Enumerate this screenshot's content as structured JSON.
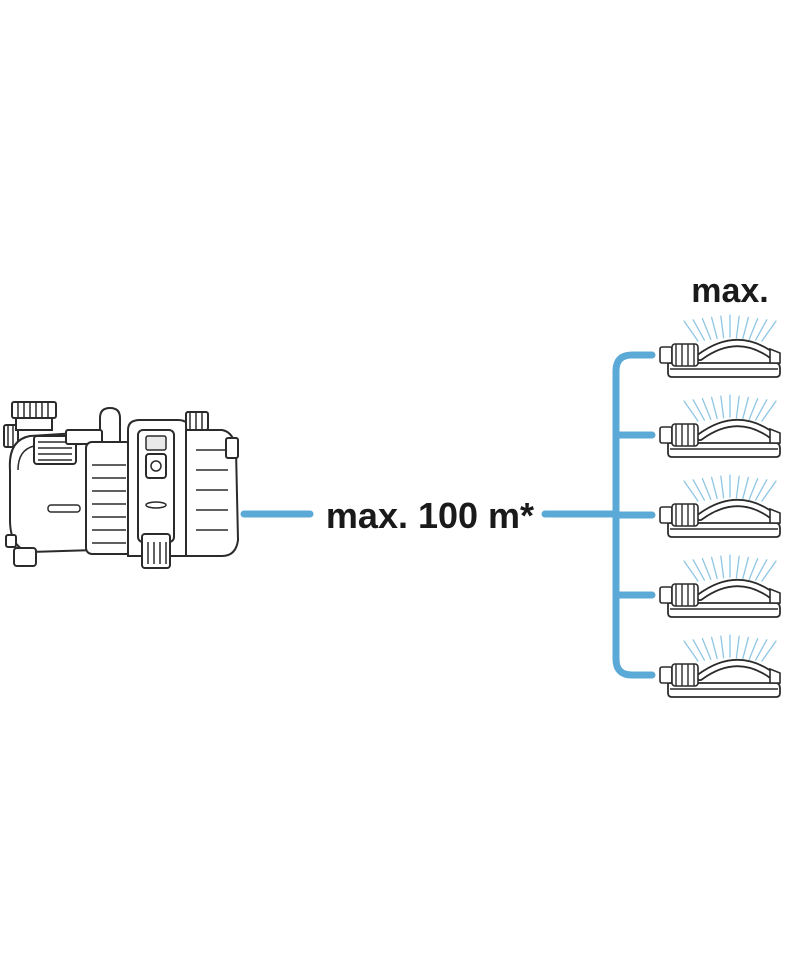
{
  "distance_label": "max. 100 m*",
  "sprinklers_label": "max.",
  "sprinkler_count": 5,
  "colors": {
    "hose": "#5aa9d6",
    "spray": "#8fc6e4",
    "outline": "#2b2b2b",
    "text": "#1a1a1a"
  },
  "icons": {
    "pump": "garden-pump-icon",
    "sprinkler": "oscillating-sprinkler-icon"
  }
}
